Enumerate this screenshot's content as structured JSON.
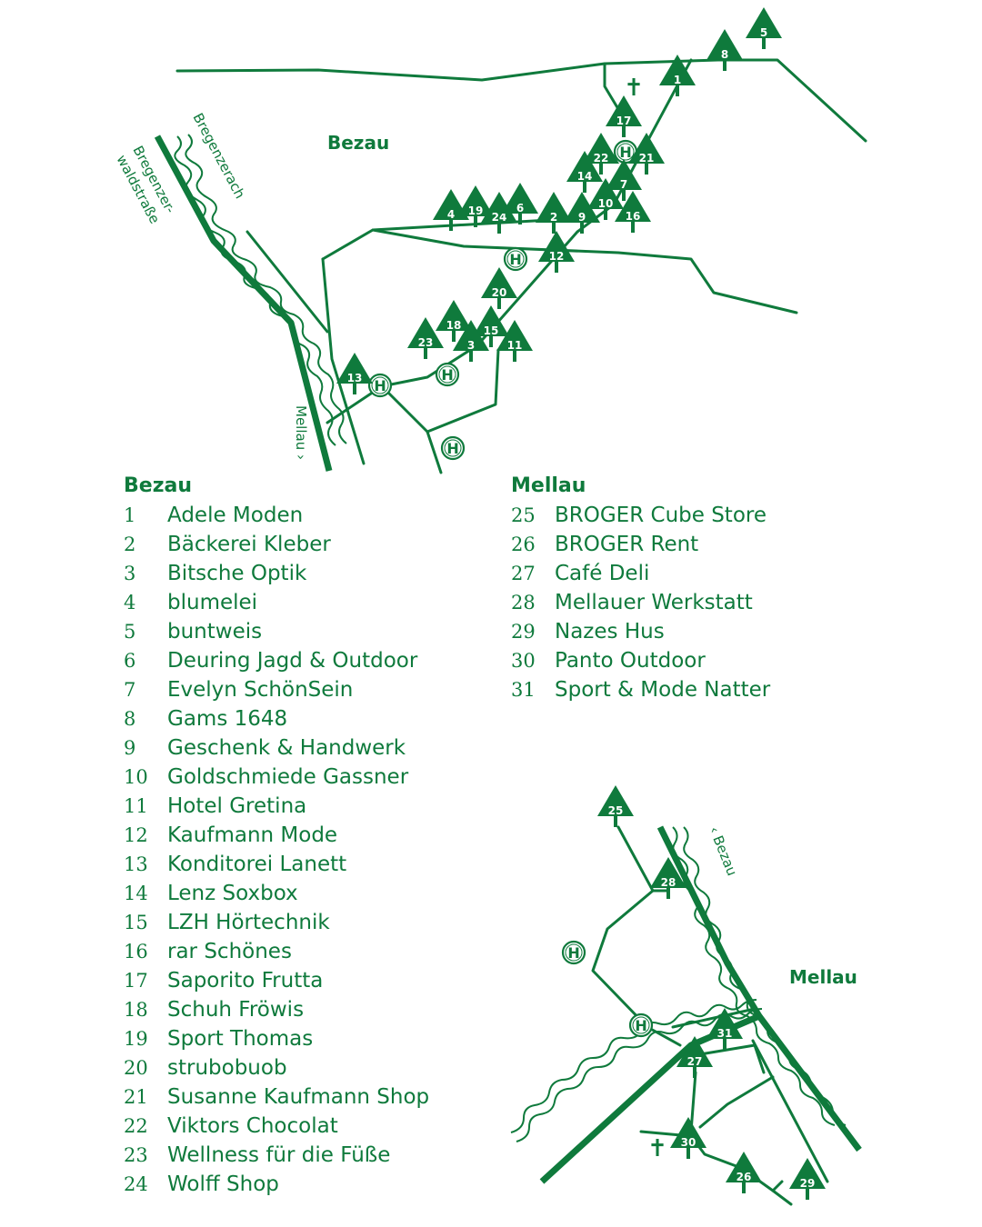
{
  "legend": {
    "bezau": {
      "title": "Bezau",
      "items": [
        {
          "num": "1",
          "name": "Adele Moden"
        },
        {
          "num": "2",
          "name": "Bäckerei Kleber"
        },
        {
          "num": "3",
          "name": "Bitsche Optik"
        },
        {
          "num": "4",
          "name": "blumelei"
        },
        {
          "num": "5",
          "name": "buntweis"
        },
        {
          "num": "6",
          "name": "Deuring Jagd & Outdoor"
        },
        {
          "num": "7",
          "name": "Evelyn SchönSein"
        },
        {
          "num": "8",
          "name": "Gams 1648"
        },
        {
          "num": "9",
          "name": "Geschenk & Handwerk"
        },
        {
          "num": "10",
          "name": "Goldschmiede Gassner"
        },
        {
          "num": "11",
          "name": "Hotel Gretina"
        },
        {
          "num": "12",
          "name": "Kaufmann Mode"
        },
        {
          "num": "13",
          "name": "Konditorei Lanett"
        },
        {
          "num": "14",
          "name": "Lenz Soxbox"
        },
        {
          "num": "15",
          "name": "LZH Hörtechnik"
        },
        {
          "num": "16",
          "name": "rar Schönes"
        },
        {
          "num": "17",
          "name": "Saporito Frutta"
        },
        {
          "num": "18",
          "name": "Schuh Fröwis"
        },
        {
          "num": "19",
          "name": "Sport Thomas"
        },
        {
          "num": "20",
          "name": "strubobuob"
        },
        {
          "num": "21",
          "name": "Susanne Kaufmann Shop"
        },
        {
          "num": "22",
          "name": "Viktors Chocolat"
        },
        {
          "num": "23",
          "name": "Wellness für die Füße"
        },
        {
          "num": "24",
          "name": "Wolff Shop"
        }
      ]
    },
    "mellau": {
      "title": "Mellau",
      "items": [
        {
          "num": "25",
          "name": "BROGER Cube Store"
        },
        {
          "num": "26",
          "name": "BROGER Rent"
        },
        {
          "num": "27",
          "name": "Café Deli"
        },
        {
          "num": "28",
          "name": "Mellauer Werkstatt"
        },
        {
          "num": "29",
          "name": "Nazes Hus"
        },
        {
          "num": "30",
          "name": "Panto Outdoor"
        },
        {
          "num": "31",
          "name": "Sport & Mode Natter"
        }
      ]
    }
  },
  "map_bezau": {
    "town_label": "Bezau",
    "river_label": "Bregenzerach",
    "road_label_line1": "Bregenzer-",
    "road_label_line2": "waldstraße",
    "direction_label": "Mellau ›",
    "stop_letter": "H",
    "church_symbol": "✝"
  },
  "map_mellau": {
    "town_label": "Mellau",
    "direction_label": "‹ Bezau",
    "stop_letter": "H",
    "church_symbol": "✝"
  },
  "colors": {
    "brand_green": "#0f7a3c",
    "background": "#ffffff"
  }
}
